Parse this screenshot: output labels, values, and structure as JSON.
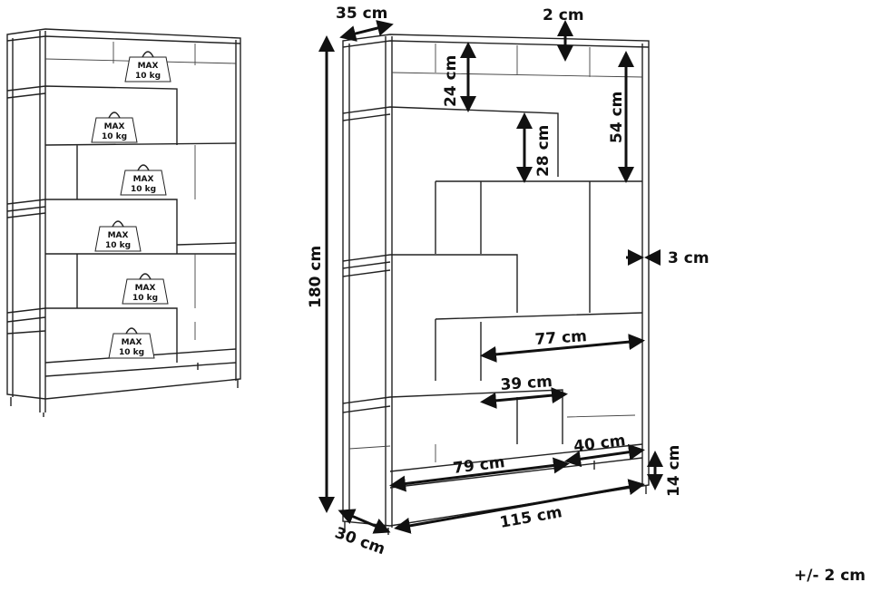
{
  "weights": [
    {
      "max": "MAX",
      "load": "10 kg"
    },
    {
      "max": "MAX",
      "load": "10 kg"
    },
    {
      "max": "MAX",
      "load": "10 kg"
    },
    {
      "max": "MAX",
      "load": "10 kg"
    },
    {
      "max": "MAX",
      "load": "10 kg"
    },
    {
      "max": "MAX",
      "load": "10 kg"
    }
  ],
  "dimensions": {
    "depth_top": "35 cm",
    "top_thickness": "2 cm",
    "compartment_top": "24 cm",
    "compartment_right": "54 cm",
    "compartment_mid": "28 cm",
    "height": "180 cm",
    "frame_width": "3 cm",
    "shelf_77": "77 cm",
    "shelf_39": "39 cm",
    "shelf_40": "40 cm",
    "shelf_79": "79 cm",
    "floor_clearance": "14 cm",
    "width": "115 cm",
    "depth_bottom": "30 cm"
  },
  "tolerance": "+/- 2 cm"
}
